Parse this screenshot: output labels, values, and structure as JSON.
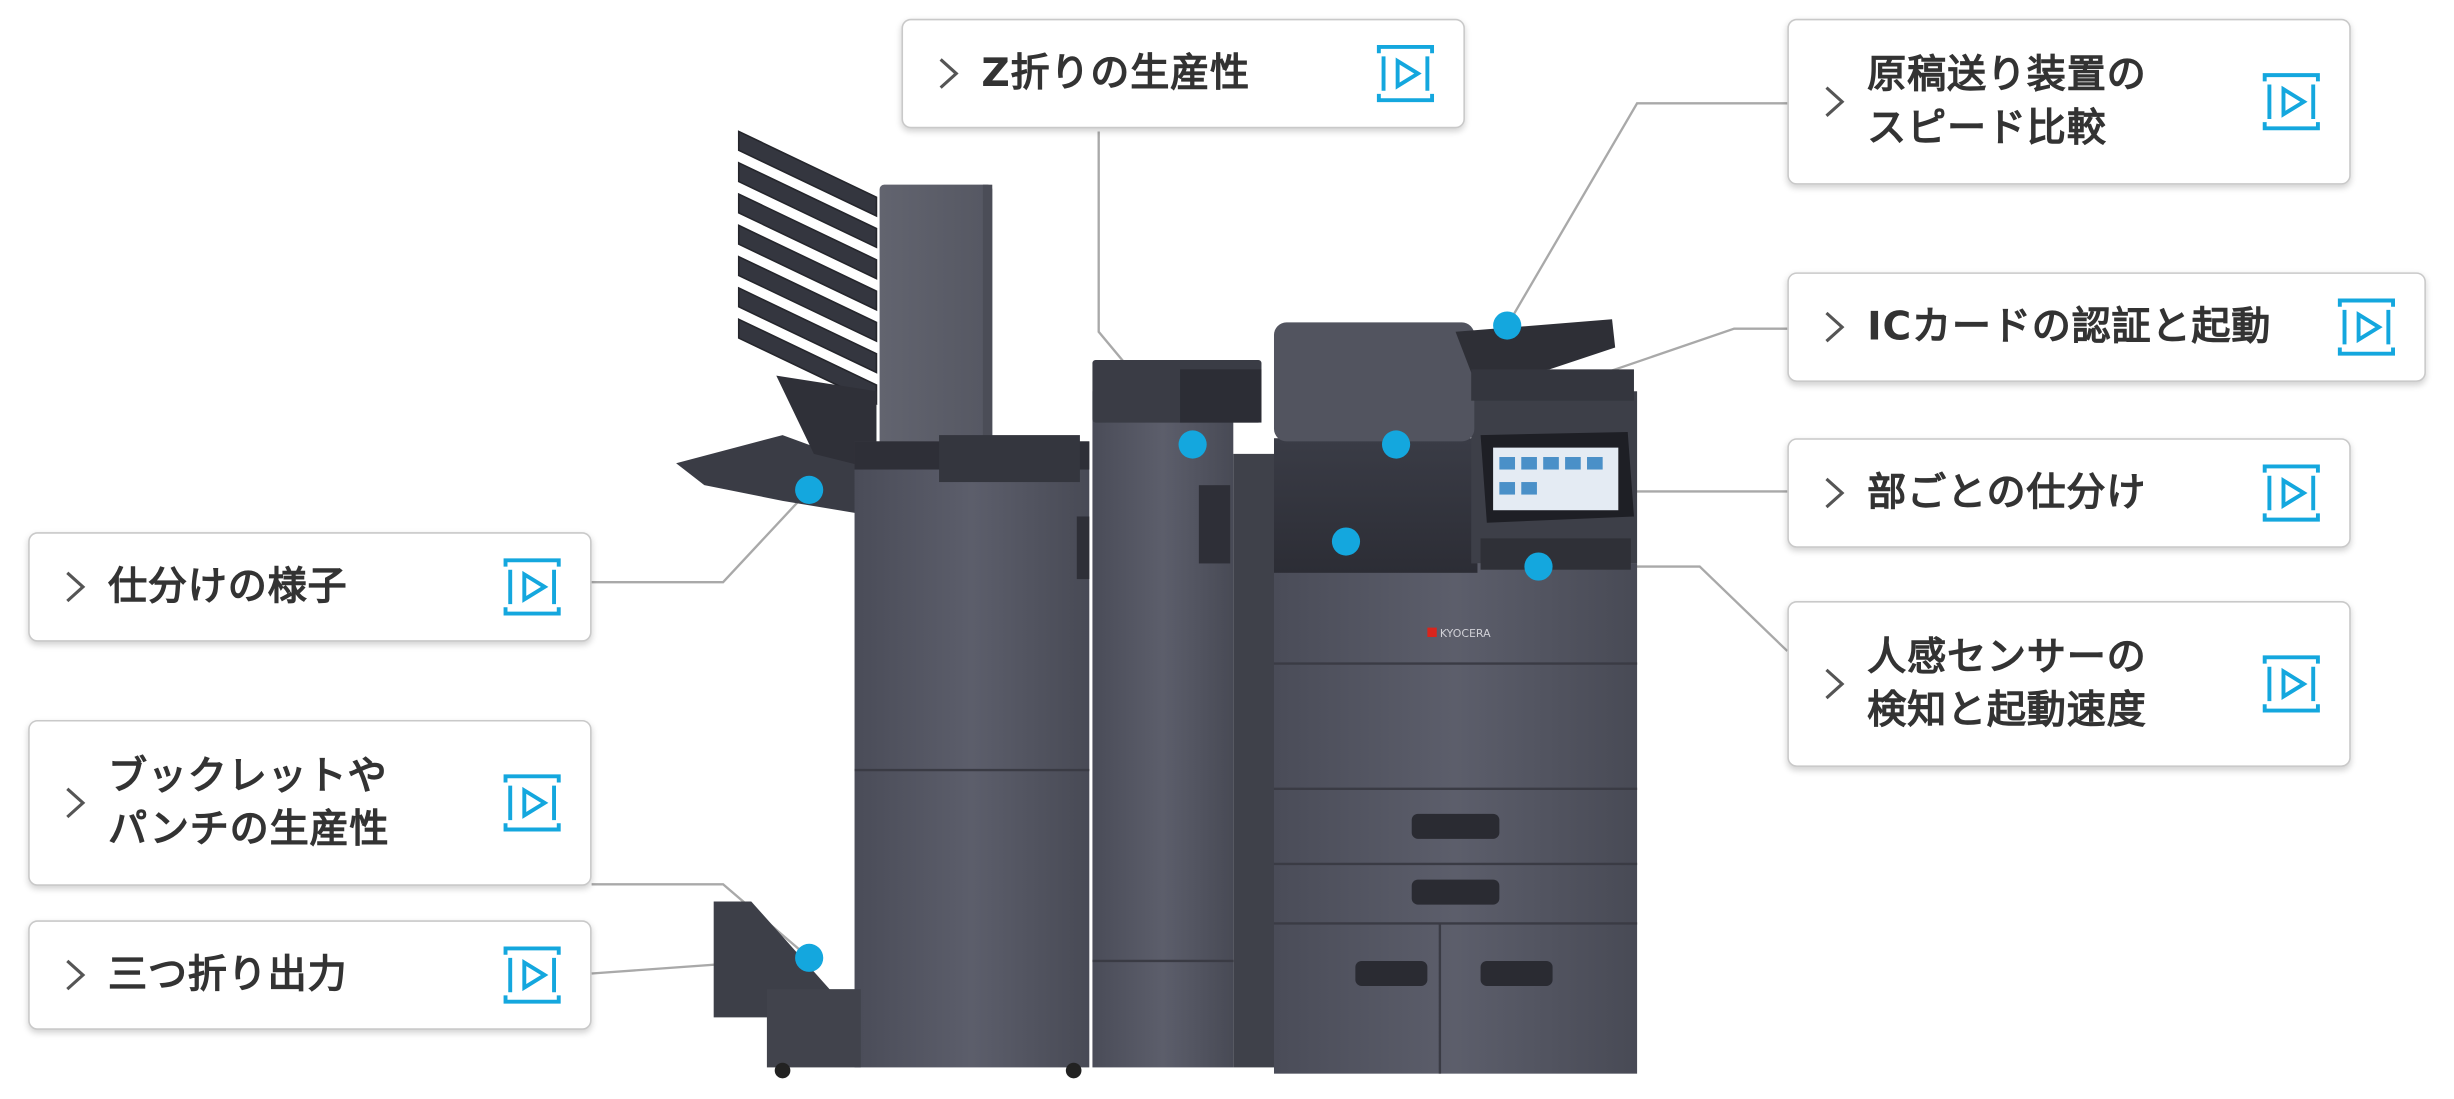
{
  "accent_color": "#14a7de",
  "callouts": {
    "sorting_appearance": {
      "label": "仕分けの様子",
      "icon": "play-video-icon"
    },
    "booklet_punch": {
      "label": "ブックレットや\nパンチの生産性",
      "icon": "play-video-icon"
    },
    "tri_fold": {
      "label": "三つ折り出力",
      "icon": "play-video-icon"
    },
    "z_fold": {
      "label": "Z折りの生産性",
      "icon": "play-video-icon"
    },
    "adf_speed": {
      "label": "原稿送り装置の\nスピード比較",
      "icon": "play-video-icon"
    },
    "ic_card": {
      "label": "ICカードの認証と起動",
      "icon": "play-video-icon"
    },
    "department_sort": {
      "label": "部ごとの仕分け",
      "icon": "play-video-icon"
    },
    "sensor": {
      "label": "人感センサーの\n検知と起動速度",
      "icon": "play-video-icon"
    }
  },
  "machine": {
    "brand_logo": "KYOCERA"
  }
}
